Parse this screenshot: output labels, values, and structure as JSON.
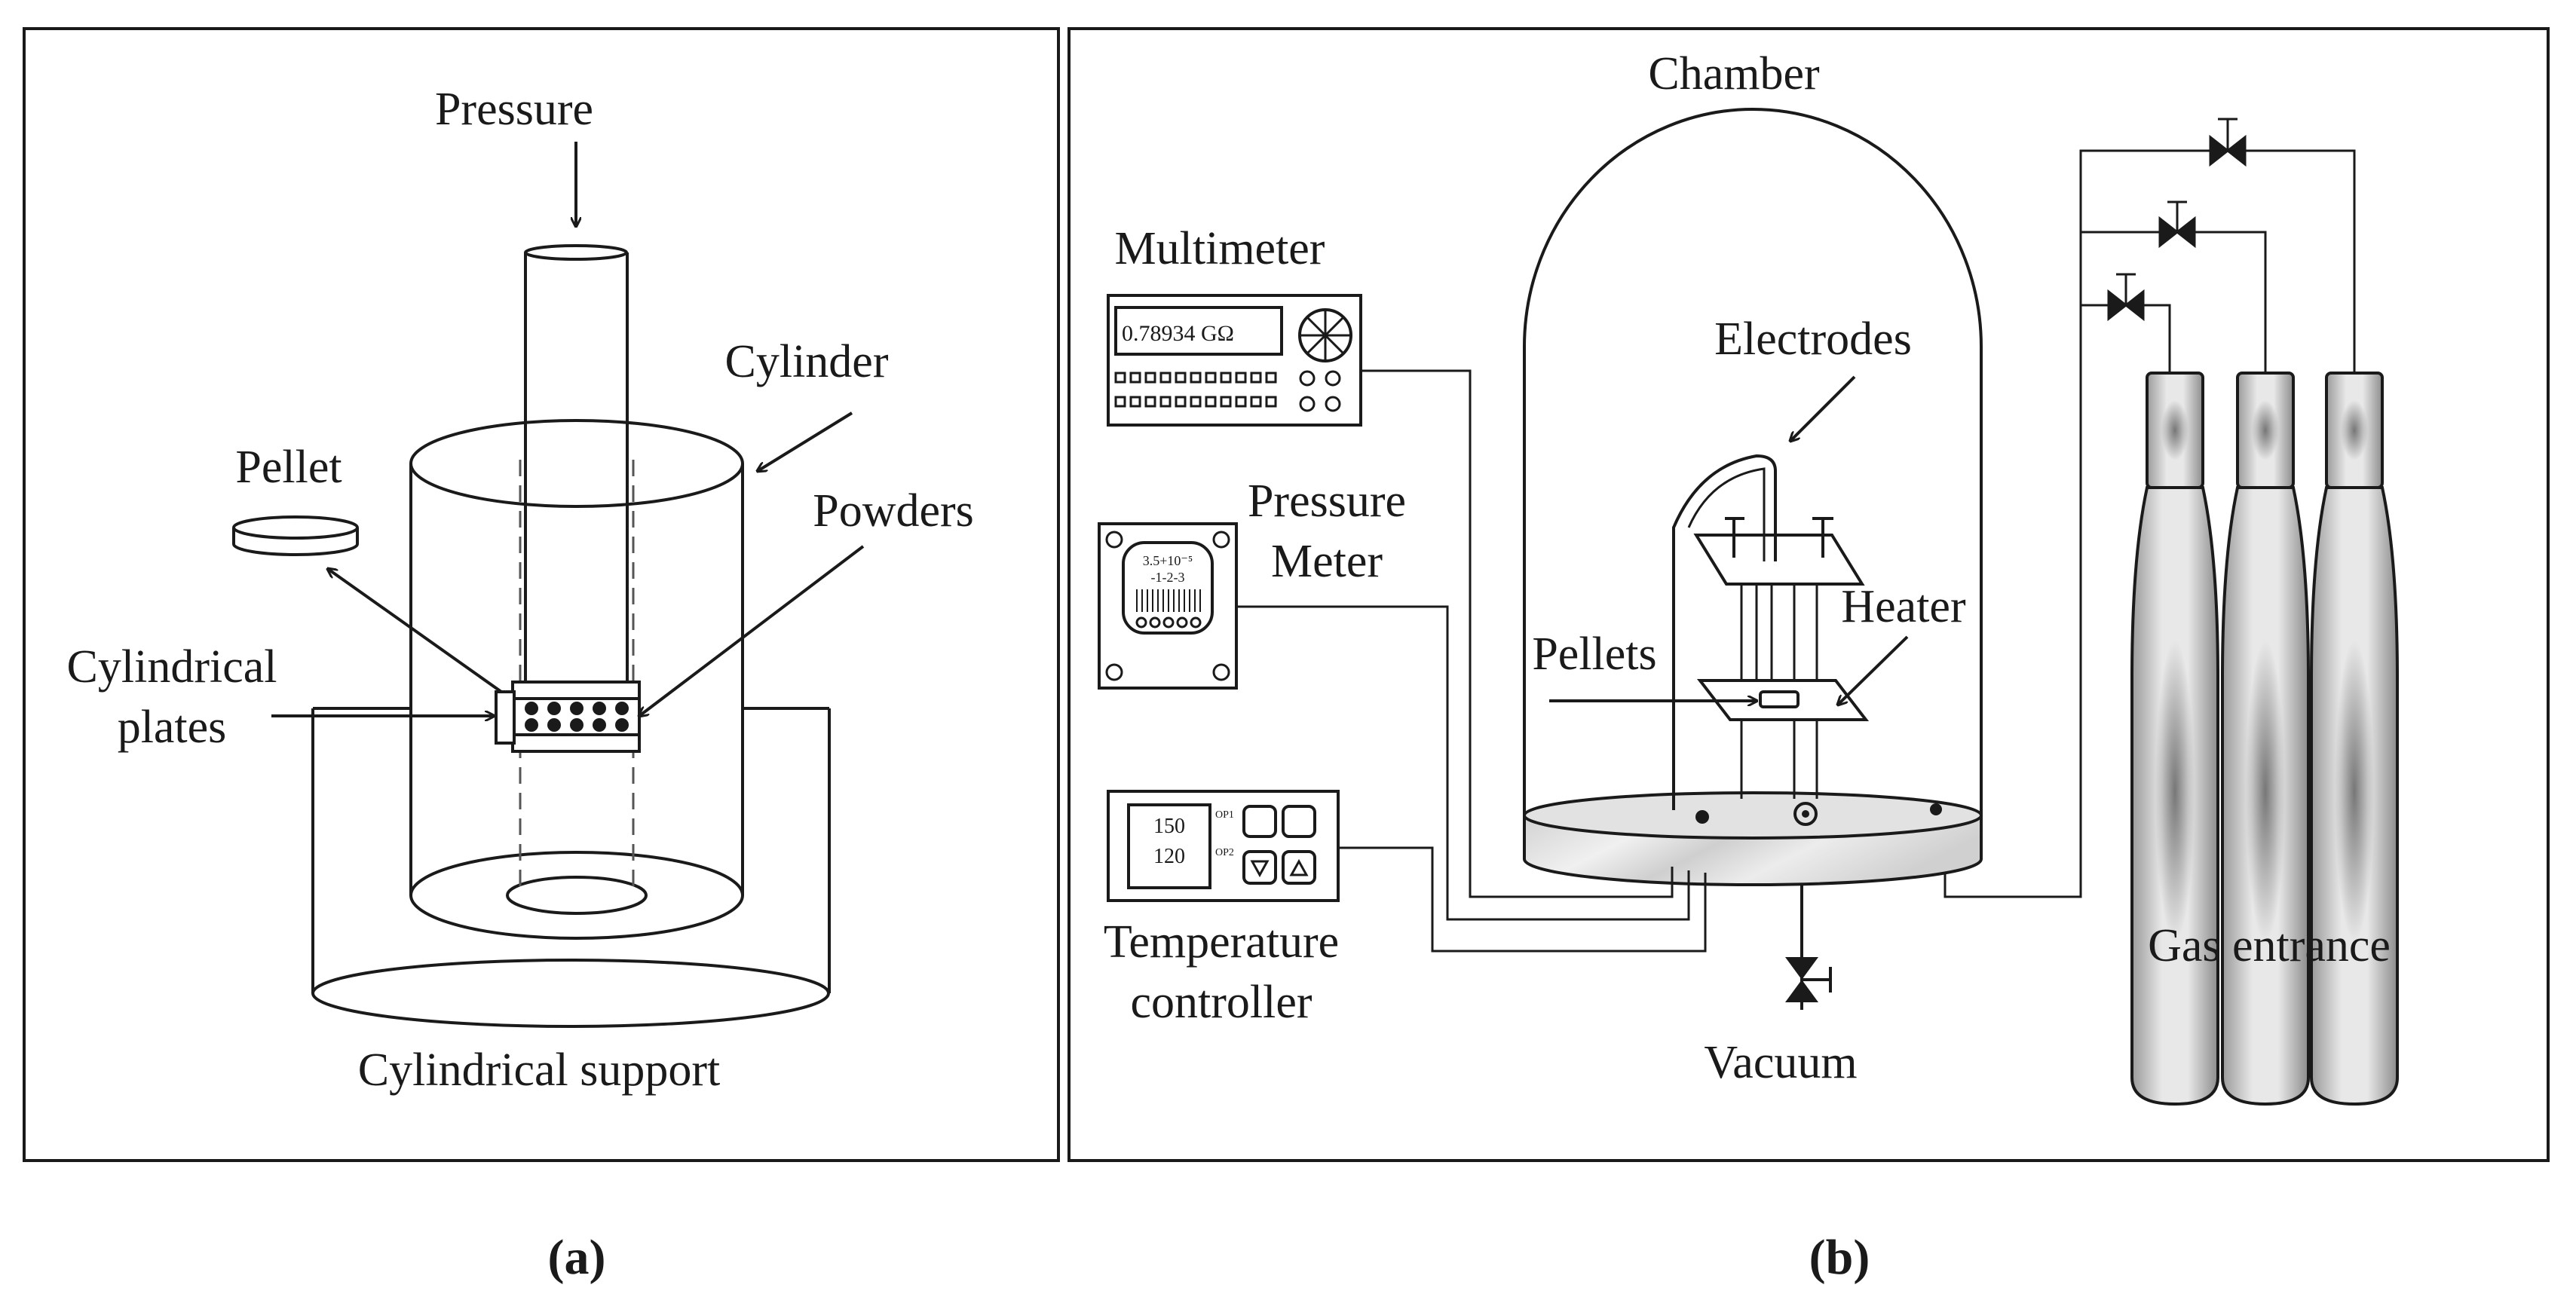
{
  "panel_a": {
    "labels": {
      "pressure": "Pressure",
      "cylinder": "Cylinder",
      "pellet": "Pellet",
      "powders": "Powders",
      "cylindrical_plates_1": "Cylindrical",
      "cylindrical_plates_2": "plates",
      "cylindrical_support": "Cylindrical support"
    },
    "caption": "(a)"
  },
  "panel_b": {
    "labels": {
      "chamber": "Chamber",
      "multimeter": "Multimeter",
      "multimeter_reading": "0.78934 GΩ",
      "electrodes": "Electrodes",
      "pressure_meter_1": "Pressure",
      "pressure_meter_2": "Meter",
      "pressure_meter_display_1": "3.5+10⁻⁵",
      "pressure_meter_display_2": "-1-2-3",
      "heater": "Heater",
      "pellets": "Pellets",
      "temp_display_1": "150",
      "temp_display_2": "120",
      "op1": "OP1",
      "op2": "OP2",
      "temperature_controller_1": "Temperature",
      "temperature_controller_2": "controller",
      "vacuum": "Vacuum",
      "gas_entrance": "Gas entrance"
    },
    "caption": "(b)"
  },
  "colors": {
    "line": "#1a1a1a",
    "marble": "#d8d8d8",
    "cylinder_dark": "#8a8a8a",
    "cylinder_light": "#e6e6e6"
  }
}
